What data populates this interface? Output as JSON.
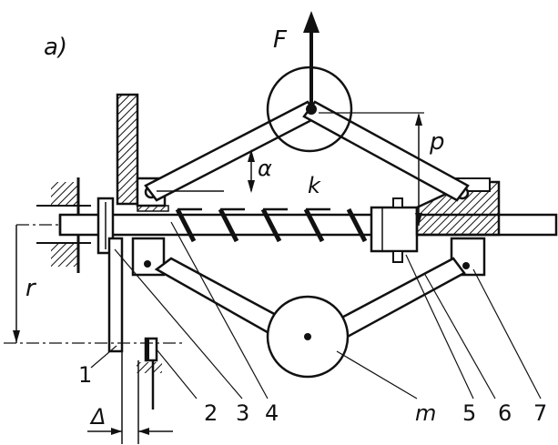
{
  "figure": {
    "panel_label": "a)",
    "force_label": "F",
    "angle_label": "α",
    "spring_label": "k",
    "distance_label": "p",
    "radius_label": "r",
    "mass_label": "m",
    "gap_label": "Δ"
  },
  "part_numbers": [
    "1",
    "2",
    "3",
    "4",
    "5",
    "6",
    "7"
  ]
}
